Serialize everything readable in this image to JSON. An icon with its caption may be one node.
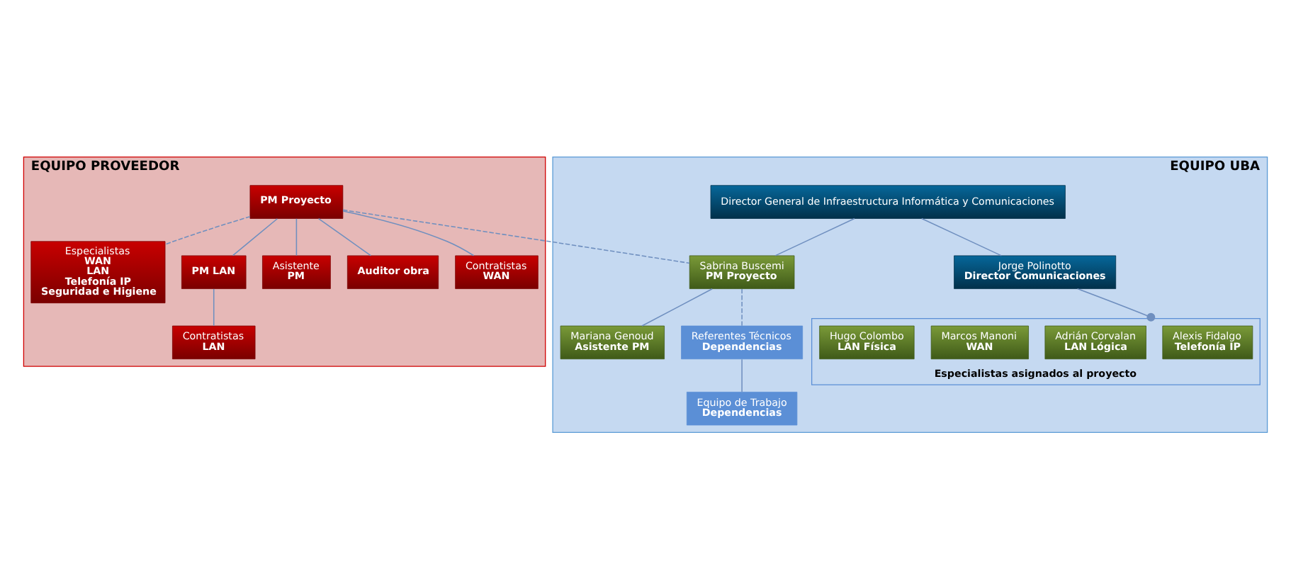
{
  "diagram": {
    "nodes": [
      {
        "text": [
          "EQUIPO PROVEEDOR"
        ]
      },
      {
        "text": [
          "PM Proyecto"
        ],
        "in": 0
      },
      {
        "text": [
          "Especialistas",
          "WAN",
          "LAN",
          "Telefonía IP",
          "Seguridad e Higiene"
        ],
        "in": 0
      },
      {
        "text": [
          "PM LAN"
        ],
        "in": 0
      },
      {
        "text": [
          "Asistente",
          "PM"
        ],
        "in": 0
      },
      {
        "text": [
          "Auditor obra"
        ],
        "in": 0
      },
      {
        "text": [
          "Contratistas",
          "LAN"
        ],
        "in": 0
      },
      {
        "text": [
          "Contratistas",
          "WAN"
        ],
        "in": 0
      },
      {
        "text": [
          "EQUIPO UBA"
        ]
      },
      {
        "text": [
          "Director General de Infraestructura Informática y Comunicaciones"
        ],
        "in": 8
      },
      {
        "text": [
          "Sabrina Buscemi",
          "PM Proyecto"
        ],
        "in": 8
      },
      {
        "text": [
          "Jorge Polinotto",
          "Director Comunicaciones"
        ],
        "in": 8
      },
      {
        "text": [
          "Mariana Genoud",
          "Asistente PM"
        ],
        "in": 8
      },
      {
        "text": [
          "Especialistas asignados al proyecto"
        ],
        "in": 8
      },
      {
        "text": [
          "Alexis Fidalgo",
          "Telefonía IP"
        ],
        "in": 13
      },
      {
        "text": [
          "Adrián Corvalan",
          "LAN Lógica"
        ],
        "in": 13
      },
      {
        "text": [
          "Marcos Manoni",
          "WAN"
        ],
        "in": 13
      },
      {
        "text": [
          "Hugo Colombo",
          "LAN Física"
        ],
        "in": 13
      },
      {
        "text": [
          "Referentes Técnicos",
          "Dependencias"
        ],
        "in": 8
      },
      {
        "text": [
          "Equipo de Trabajo",
          "Dependencias"
        ],
        "in": 8
      }
    ],
    "edges": [
      {
        "from": 1,
        "to": 3,
        "arrow": "none"
      },
      {
        "from": 1,
        "to": 4,
        "arrow": "none"
      },
      {
        "from": 1,
        "to": 5,
        "arrow": "none"
      },
      {
        "from": 1,
        "to": 7,
        "arrow": "none"
      },
      {
        "from": 3,
        "to": 6,
        "arrow": "none"
      },
      {
        "from": 1,
        "to": 2,
        "arrow": "none",
        "style": "dashed"
      },
      {
        "from": 1,
        "to": 10,
        "arrow": "none",
        "style": "dashed"
      },
      {
        "from": 9,
        "to": 10,
        "arrow": "none"
      },
      {
        "from": 9,
        "to": 11,
        "arrow": "none"
      },
      {
        "from": 10,
        "to": 12,
        "arrow": "none"
      },
      {
        "from": 11,
        "to": 13,
        "arrow": "other"
      },
      {
        "from": 10,
        "to": 18,
        "arrow": "none",
        "style": "dashed"
      },
      {
        "from": 18,
        "to": 19,
        "arrow": "none"
      }
    ]
  }
}
